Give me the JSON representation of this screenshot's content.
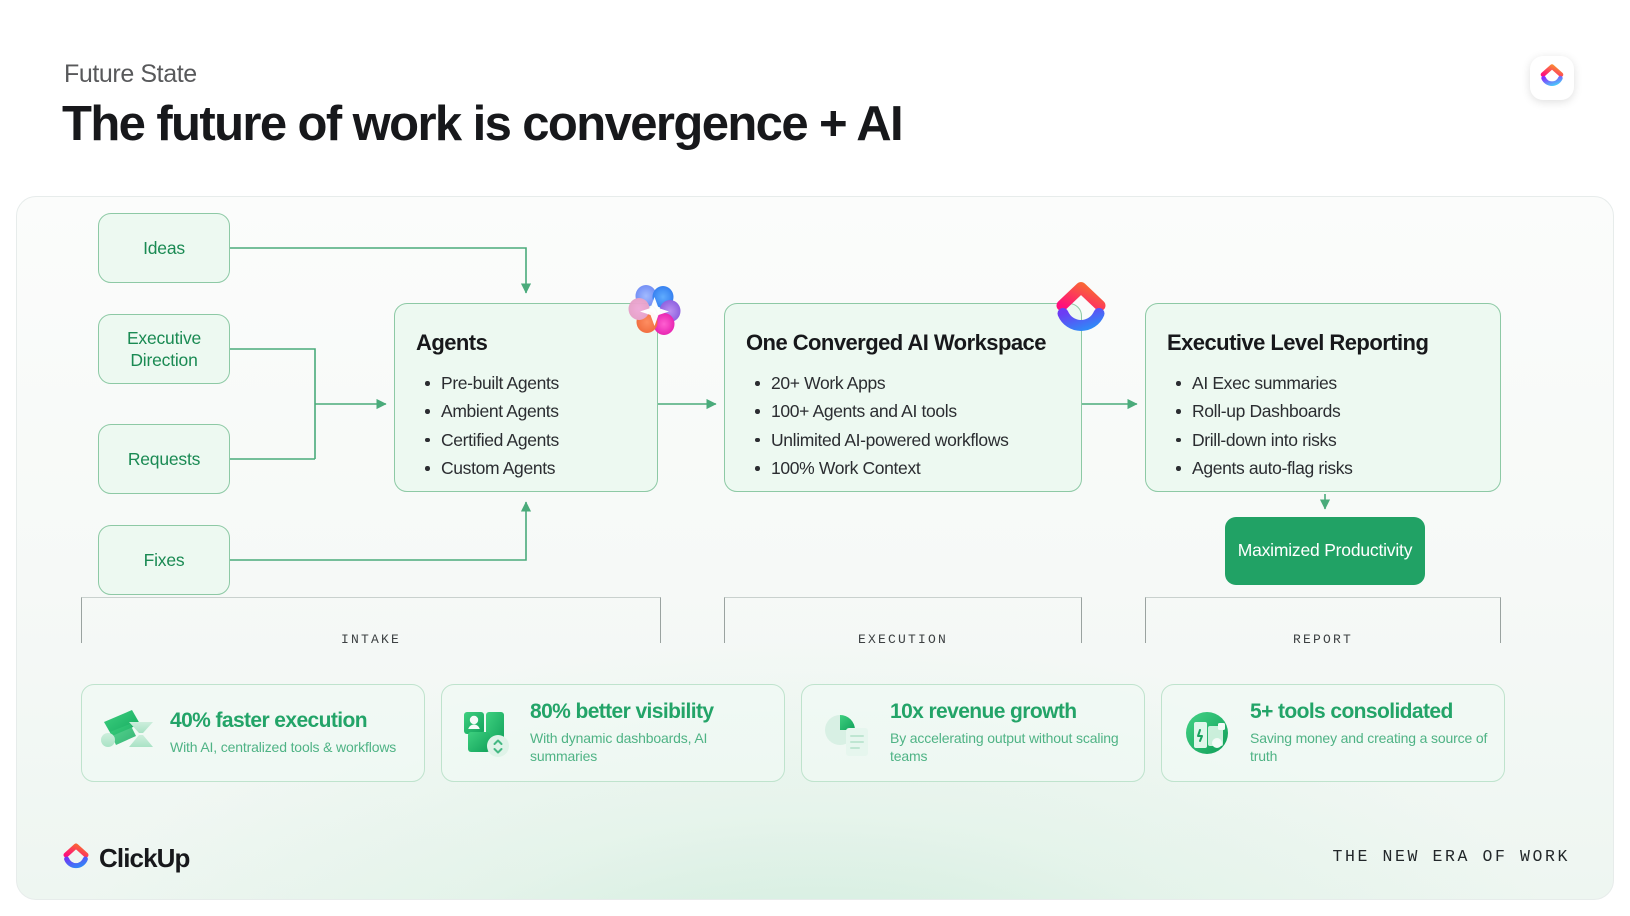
{
  "header": {
    "eyebrow": "Future State",
    "headline": "The future of work is convergence + AI",
    "brand_badge_icon": "clickup-logo-icon"
  },
  "colors": {
    "brand_green": "#21a265",
    "card_bg": "#edf9f1",
    "card_border": "#8dc9a5",
    "wire": "#4aab7b",
    "stat_title": "#23a468",
    "stat_sub": "#4fb385",
    "headline": "#17181b",
    "eyebrow": "#58595b"
  },
  "diagram": {
    "intake": [
      {
        "label": "Ideas"
      },
      {
        "label": "Executive Direction"
      },
      {
        "label": "Requests"
      },
      {
        "label": "Fixes"
      }
    ],
    "cards": [
      {
        "title": "Agents",
        "icon": "ai-flower-icon",
        "items": [
          "Pre-built Agents",
          "Ambient Agents",
          "Certified Agents",
          "Custom Agents"
        ]
      },
      {
        "title": "One Converged AI Workspace",
        "icon": "clickup-mark-icon",
        "items": [
          "20+ Work Apps",
          "100+ Agents and AI tools",
          "Unlimited AI-powered workflows",
          "100% Work Context"
        ]
      },
      {
        "title": "Executive Level Reporting",
        "icon": "",
        "items": [
          "AI Exec summaries",
          "Roll-up Dashboards",
          "Drill-down into risks",
          "Agents auto-flag risks"
        ]
      }
    ],
    "outcome": {
      "label": "Maximized Productivity"
    },
    "phases": [
      {
        "label": "INTAKE"
      },
      {
        "label": "EXECUTION"
      },
      {
        "label": "REPORT"
      }
    ]
  },
  "stats": [
    {
      "title": "40% faster execution",
      "subtitle": "With AI, centralized tools & workflows",
      "icon": "hourglass-speed-icon"
    },
    {
      "title": "80% better visibility",
      "subtitle": "With dynamic dashboards, AI summaries",
      "icon": "dashboard-person-icon"
    },
    {
      "title": "10x revenue growth",
      "subtitle": "By accelerating output without scaling teams",
      "icon": "pie-chart-doc-icon"
    },
    {
      "title": "5+ tools consolidated",
      "subtitle": "Saving money and creating a source of truth",
      "icon": "tools-consolidated-icon"
    }
  ],
  "footer": {
    "wordmark": "ClickUp",
    "logo_icon": "clickup-logo-icon",
    "tagline": "THE NEW ERA OF WORK"
  }
}
